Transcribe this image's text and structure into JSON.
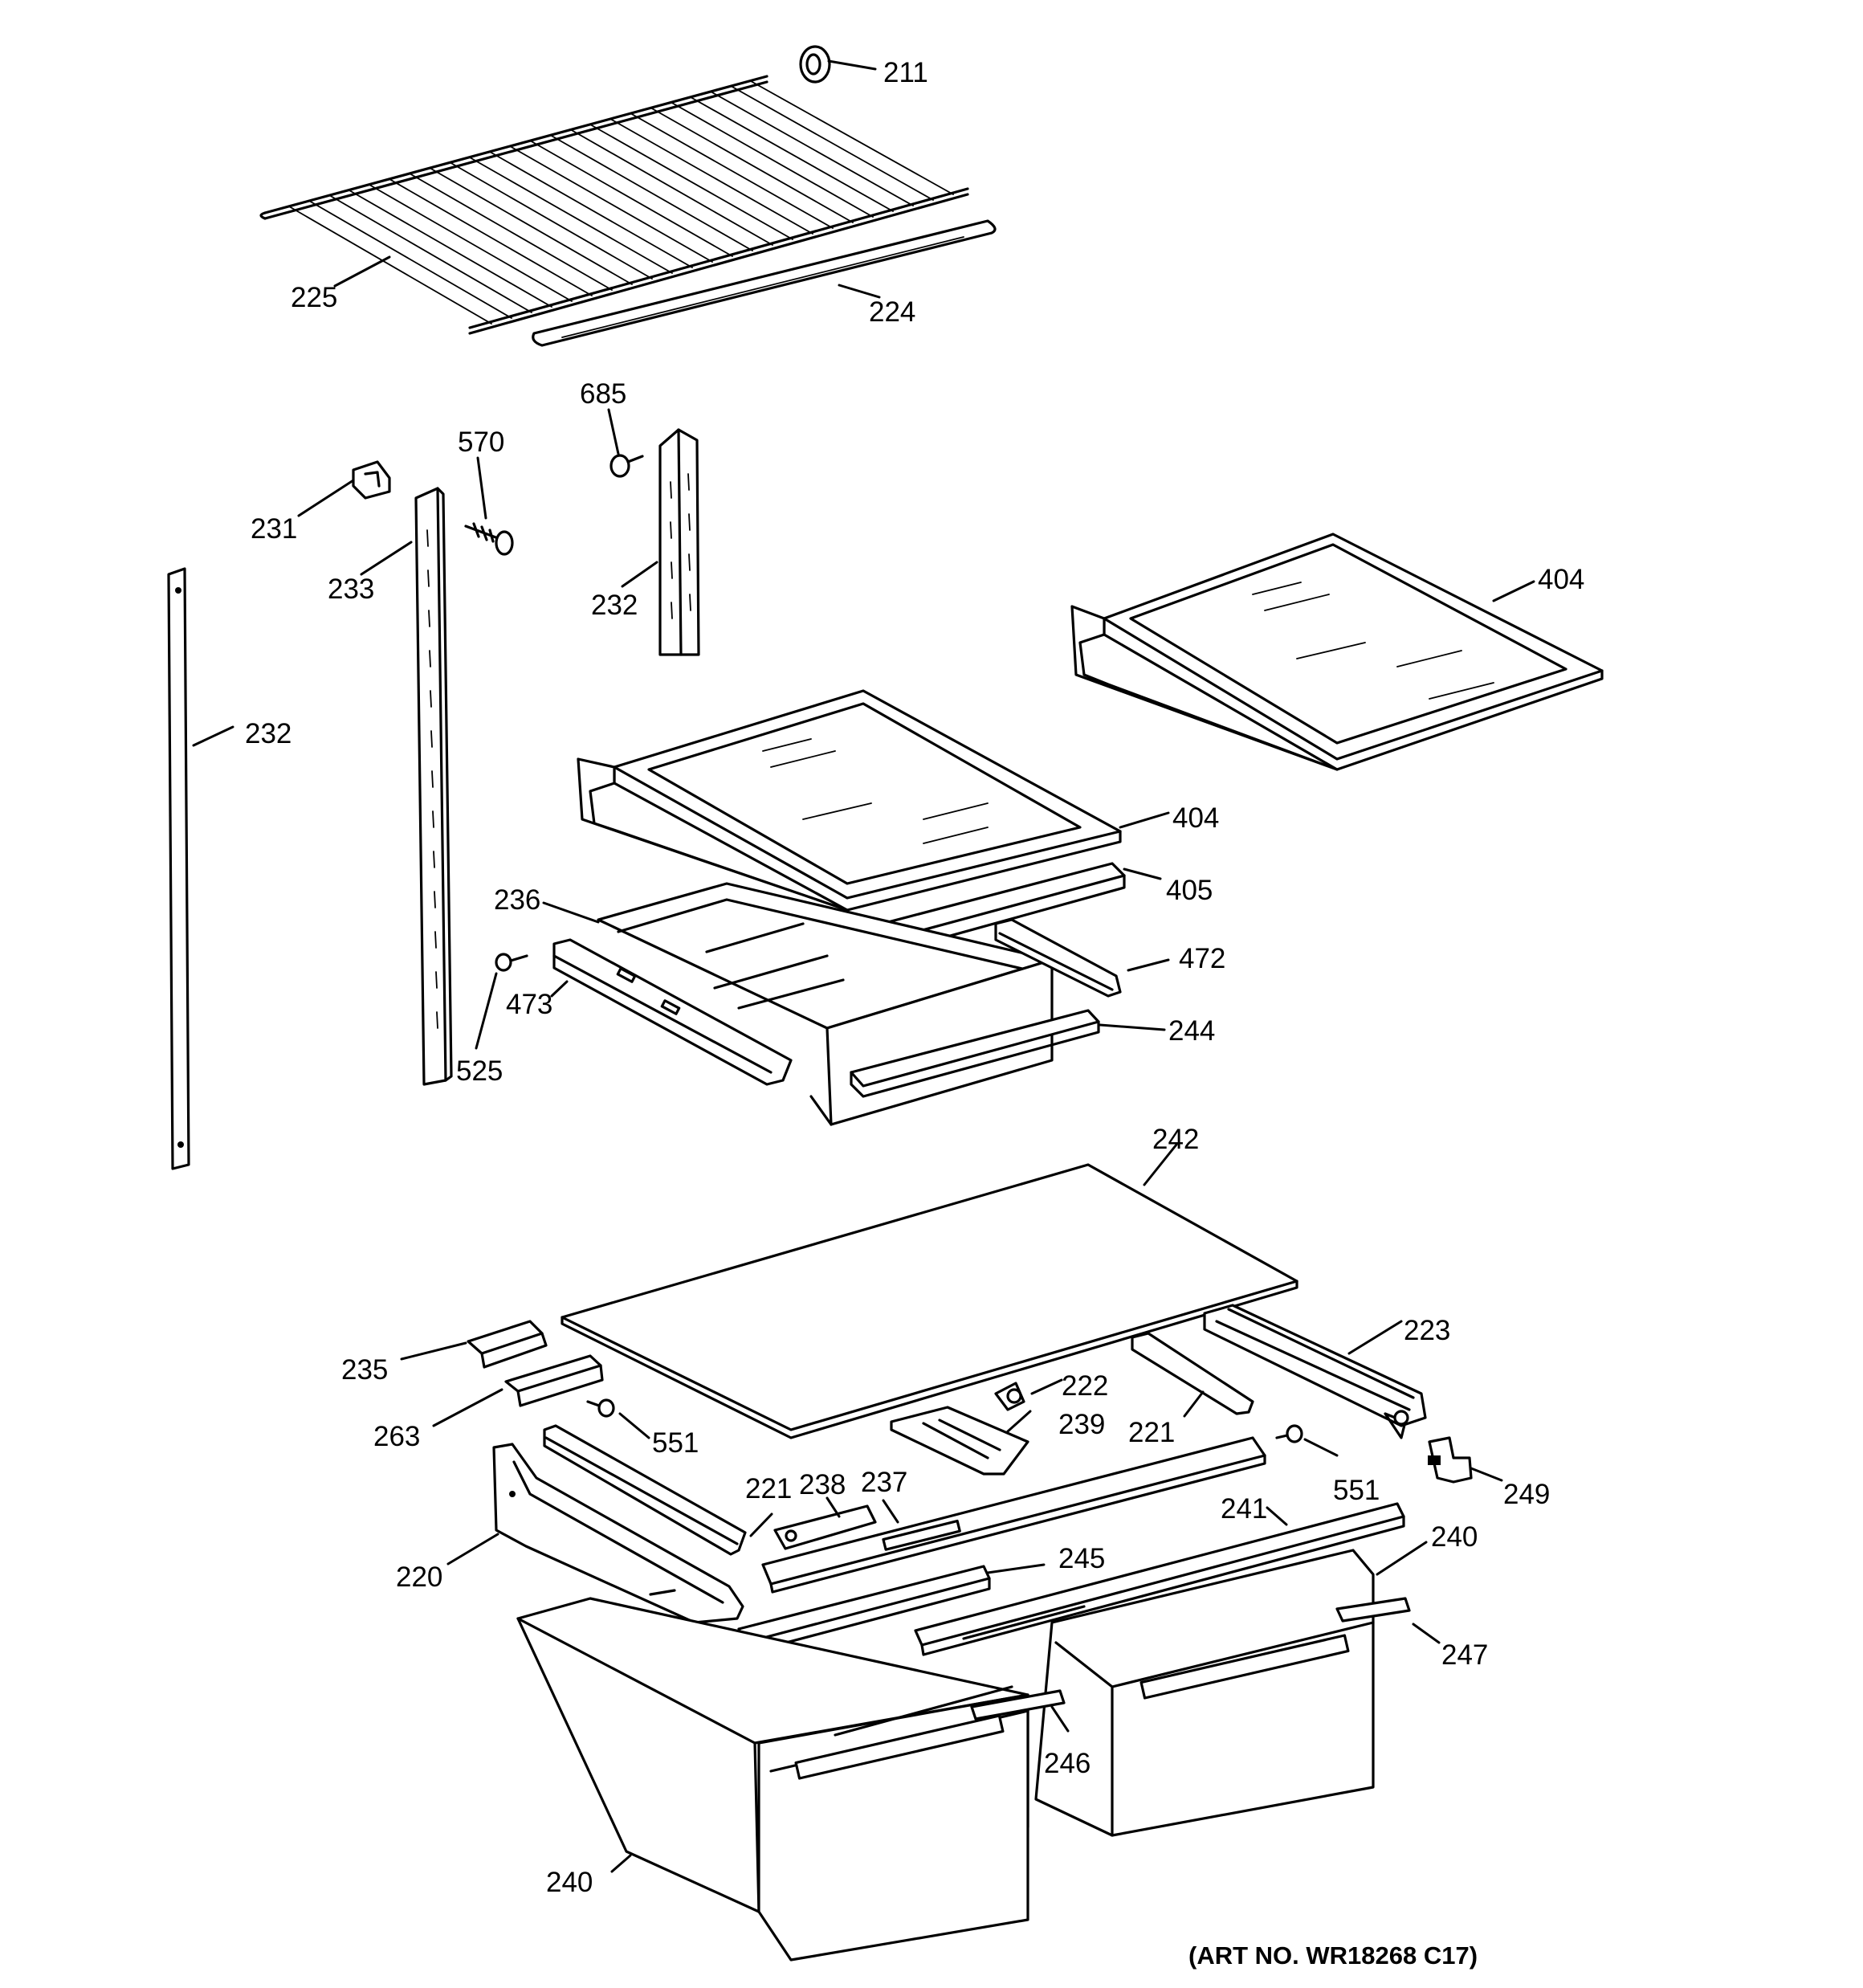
{
  "labels": {
    "l211": "211",
    "l225": "225",
    "l224": "224",
    "l685": "685",
    "l570": "570",
    "l231": "231",
    "l233": "233",
    "l232a": "232",
    "l232b": "232",
    "l404a": "404",
    "l404b": "404",
    "l405": "405",
    "l236": "236",
    "l472": "472",
    "l473": "473",
    "l244": "244",
    "l525": "525",
    "l242": "242",
    "l223": "223",
    "l235": "235",
    "l222": "222",
    "l263": "263",
    "l239": "239",
    "l221a": "221",
    "l551a": "551",
    "l551b": "551",
    "l249": "249",
    "l238": "238",
    "l237": "237",
    "l221b": "221",
    "l241": "241",
    "l240a": "240",
    "l220": "220",
    "l245": "245",
    "l247": "247",
    "l246": "246",
    "l240b": "240"
  },
  "art_number": "(ART NO. WR18268 C17)"
}
